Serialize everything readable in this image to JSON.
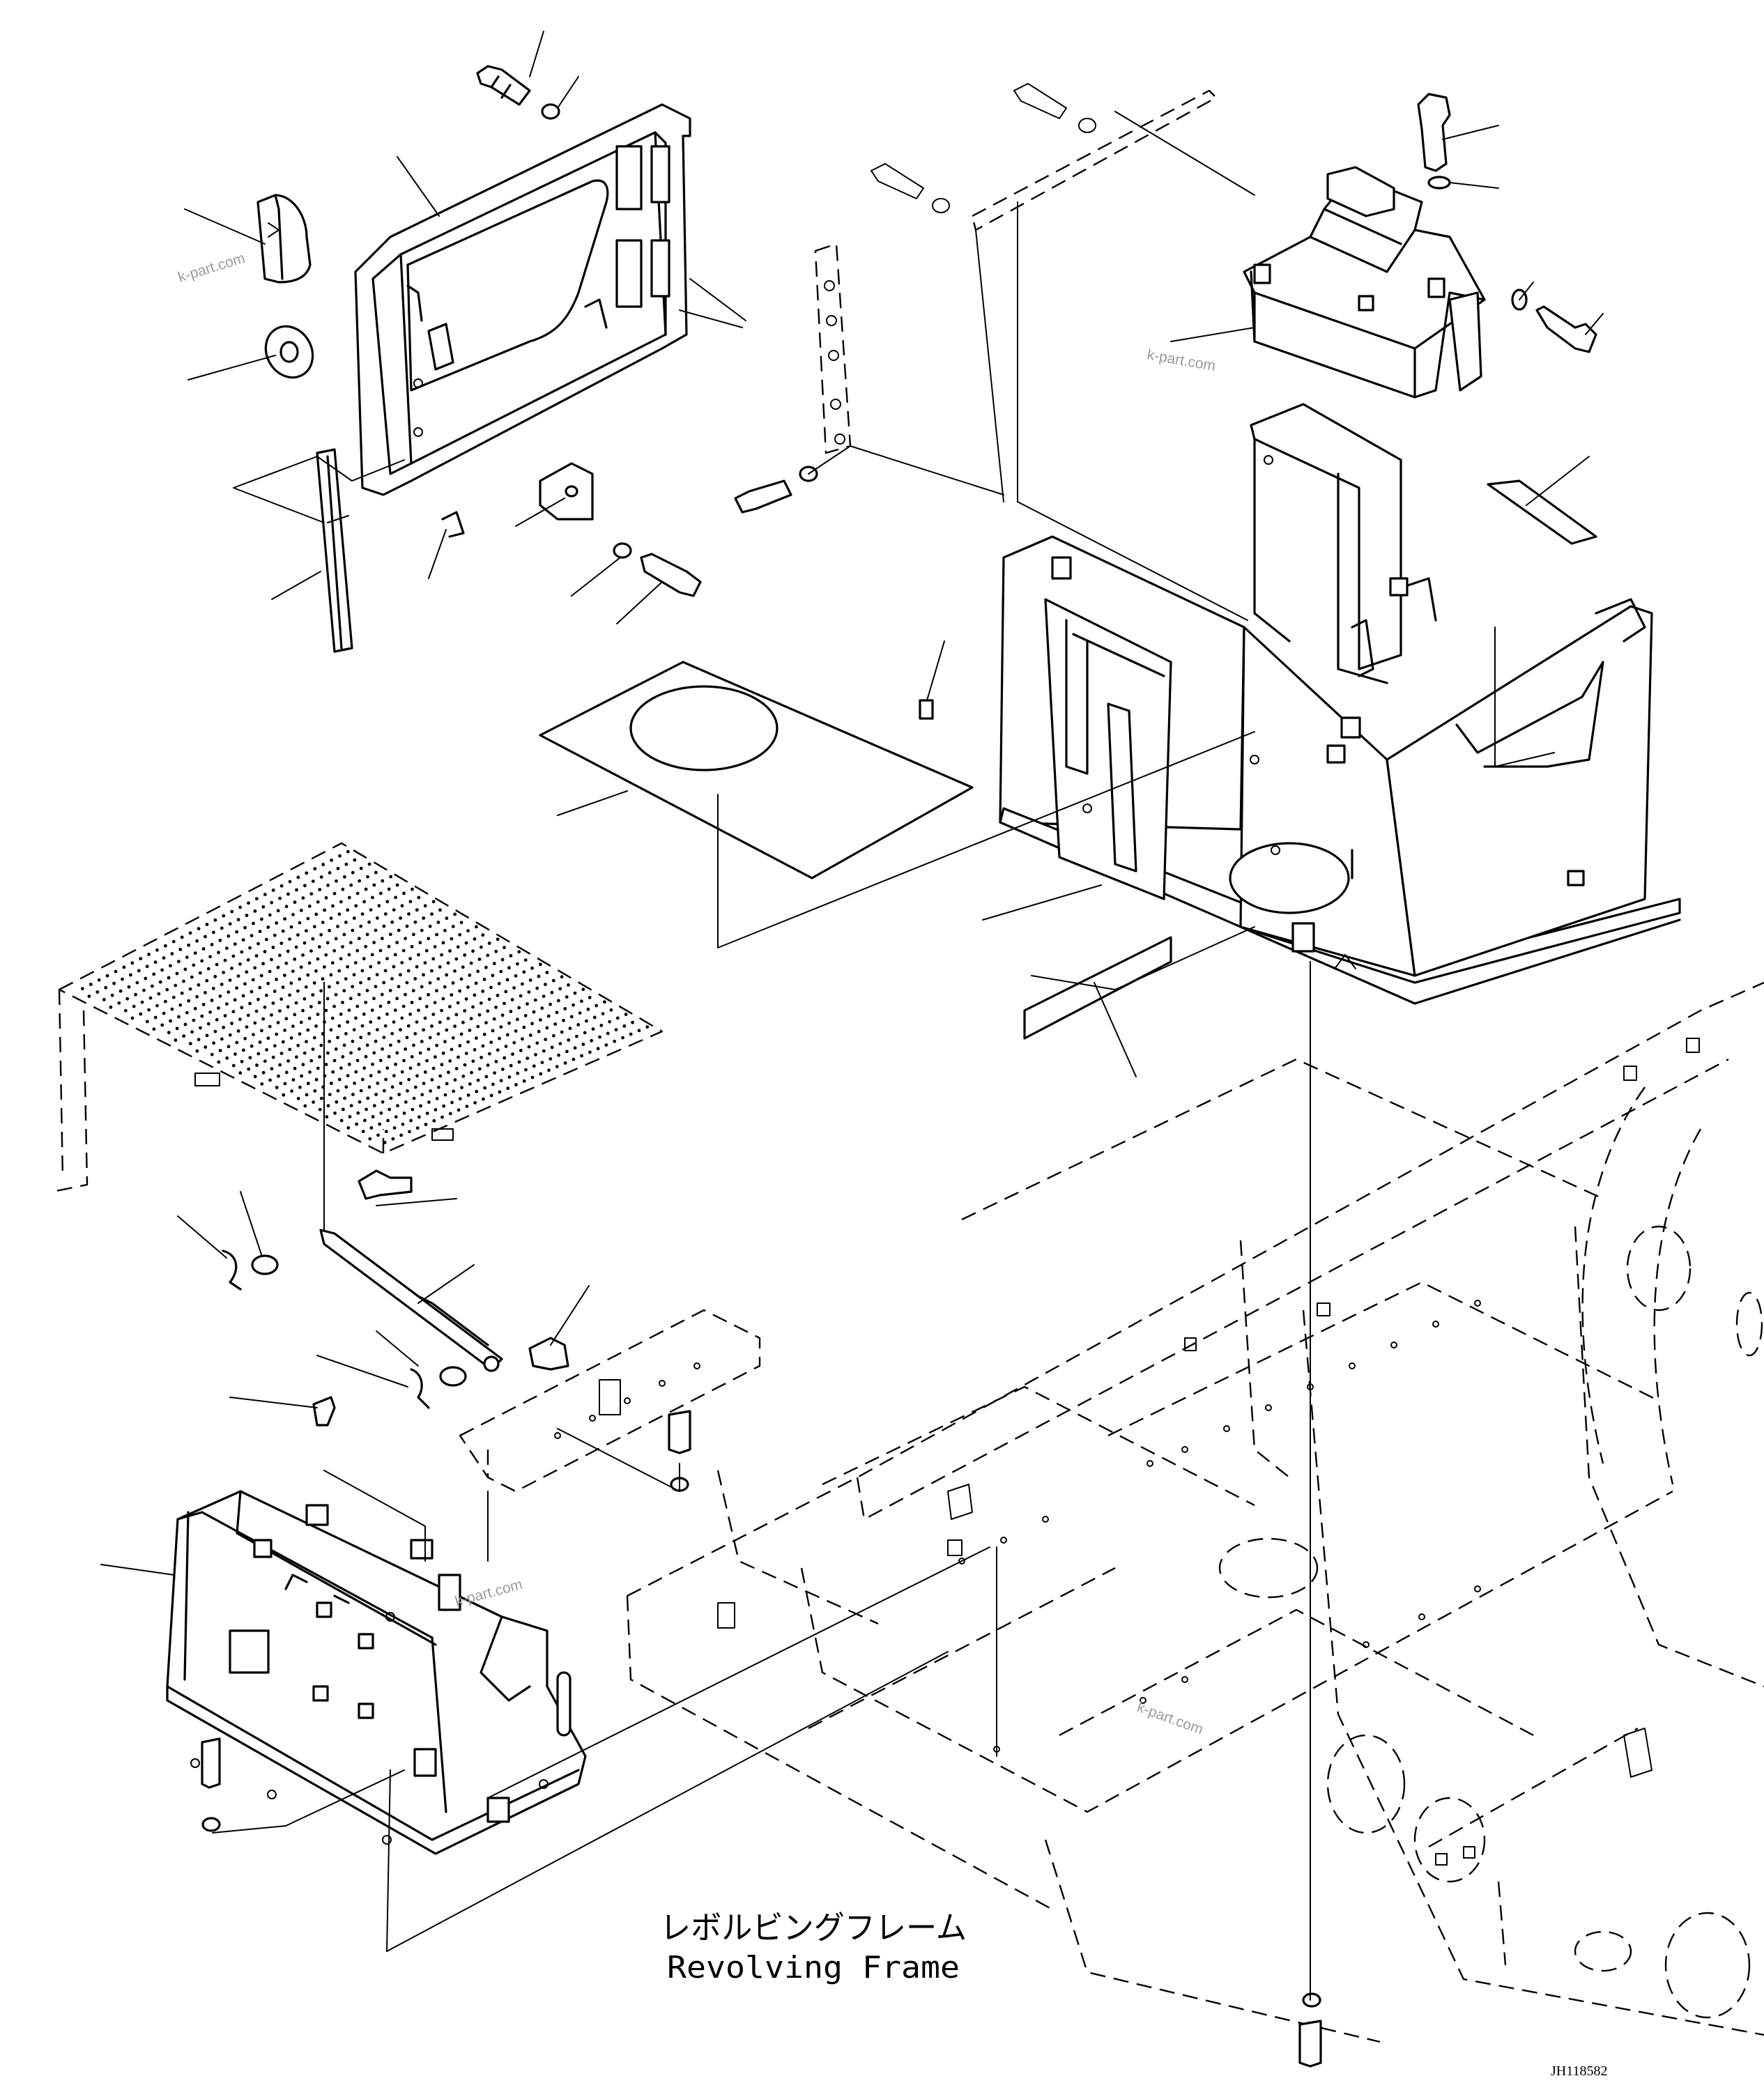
{
  "caption": {
    "japanese": "レボルビングフレーム",
    "english": "Revolving Frame"
  },
  "drawing_code": "JH118582",
  "watermark": "k-part.com"
}
